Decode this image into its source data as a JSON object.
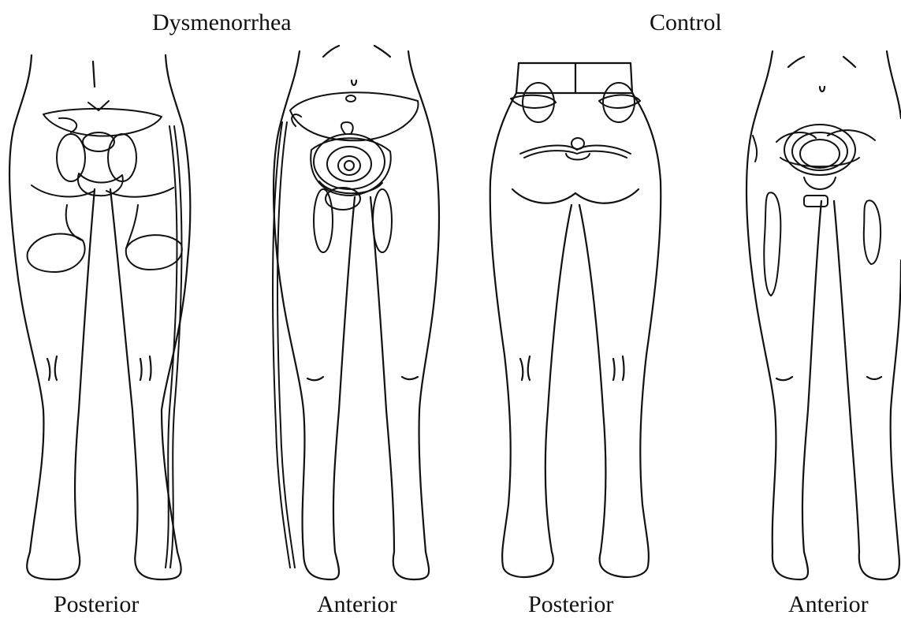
{
  "groups": {
    "left": "Dysmenorrhea",
    "right": "Control"
  },
  "views": [
    {
      "label": "Posterior"
    },
    {
      "label": "Anterior"
    },
    {
      "label": "Posterior"
    },
    {
      "label": "Anterior"
    }
  ],
  "colors": {
    "line": "#111111",
    "background": "#ffffff"
  }
}
